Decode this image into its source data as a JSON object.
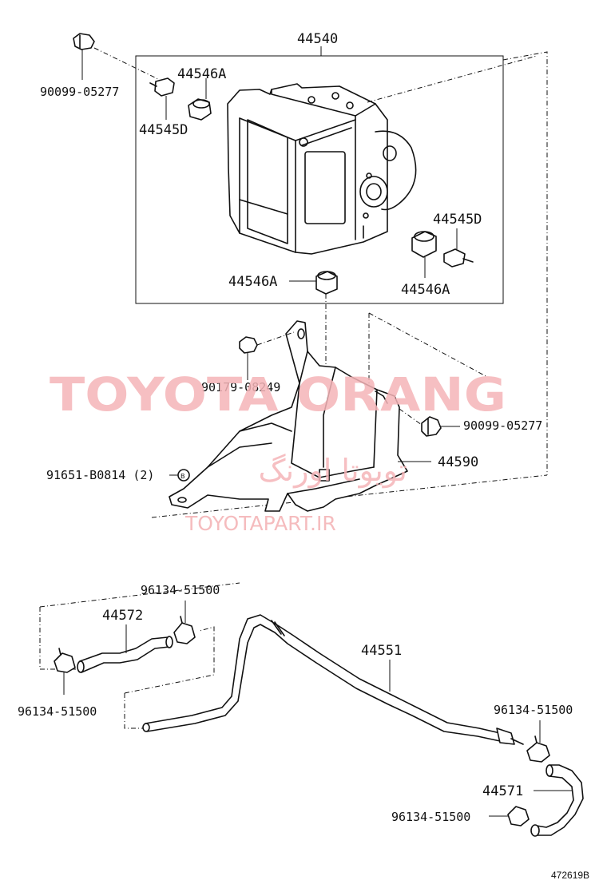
{
  "labels": {
    "actuator_assy": "44540",
    "union_bolt_a_top": "44546A",
    "union_bolt_d_top": "44545D",
    "plug_top": "90099-05277",
    "union_bolt_d_right": "44545D",
    "union_bolt_a_right": "44546A",
    "union_bolt_a_bottom": "44546A",
    "bolt_bracket": "90179-08249",
    "plug_bracket": "90099-05277",
    "bracket": "44590",
    "bolt_washer": "91651-B0814 (2)",
    "clamp_top": "96134-51500",
    "hose_short": "44572",
    "clamp_left": "96134-51500",
    "tube": "44551",
    "clamp_right_top": "96134-51500",
    "hose_right": "44571",
    "clamp_right_bottom": "96134-51500"
  },
  "figure_number": "472619B",
  "watermark": {
    "main": "TOYOTA ORANG",
    "persian": "تویوتا اورنگ",
    "url": "TOYOTAPART.IR"
  }
}
